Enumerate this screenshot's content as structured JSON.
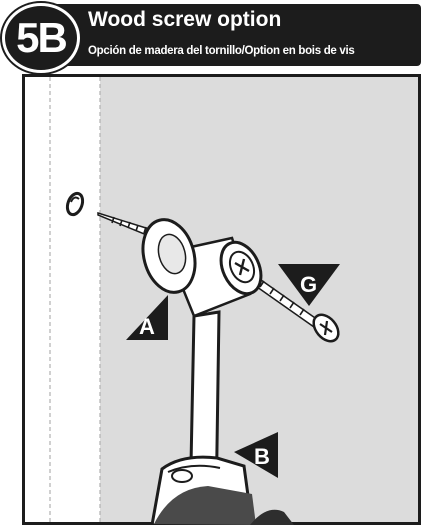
{
  "step": {
    "number": "5B"
  },
  "header": {
    "title": "Wood screw option",
    "subtitle": "Opción de madera del tornillo/Option en bois de vis"
  },
  "callouts": [
    {
      "id": "A",
      "label": "A"
    },
    {
      "id": "B",
      "label": "B"
    },
    {
      "id": "G",
      "label": "G"
    }
  ],
  "colors": {
    "header_bg": "#1c1c1c",
    "wall": "#dcdcdc",
    "outline": "#1c1c1c",
    "part_fill": "#ffffff"
  }
}
